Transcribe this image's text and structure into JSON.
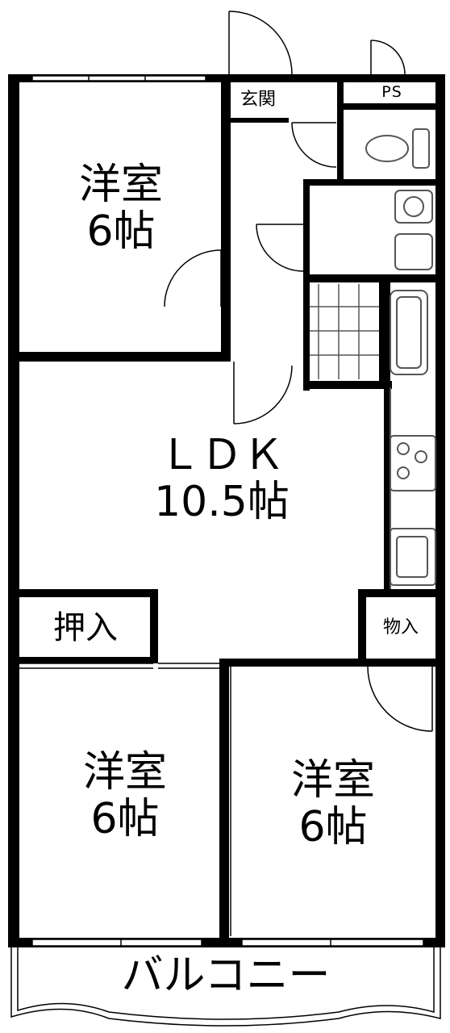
{
  "rooms": {
    "western_room_top": {
      "name": "洋室",
      "size": "6帖"
    },
    "entrance": {
      "name": "玄関"
    },
    "pipe_space": {
      "name": "PS"
    },
    "ldk": {
      "name": "ＬＤＫ",
      "size": "10.5帖"
    },
    "closet": {
      "name": "押入"
    },
    "storage": {
      "name": "物入"
    },
    "western_room_bottom_left": {
      "name": "洋室",
      "size": "6帖"
    },
    "western_room_bottom_right": {
      "name": "洋室",
      "size": "6帖"
    },
    "balcony": {
      "name": "バルコニー"
    }
  },
  "colors": {
    "wall": "#000000",
    "background": "#ffffff",
    "fixture_line": "#555555"
  }
}
